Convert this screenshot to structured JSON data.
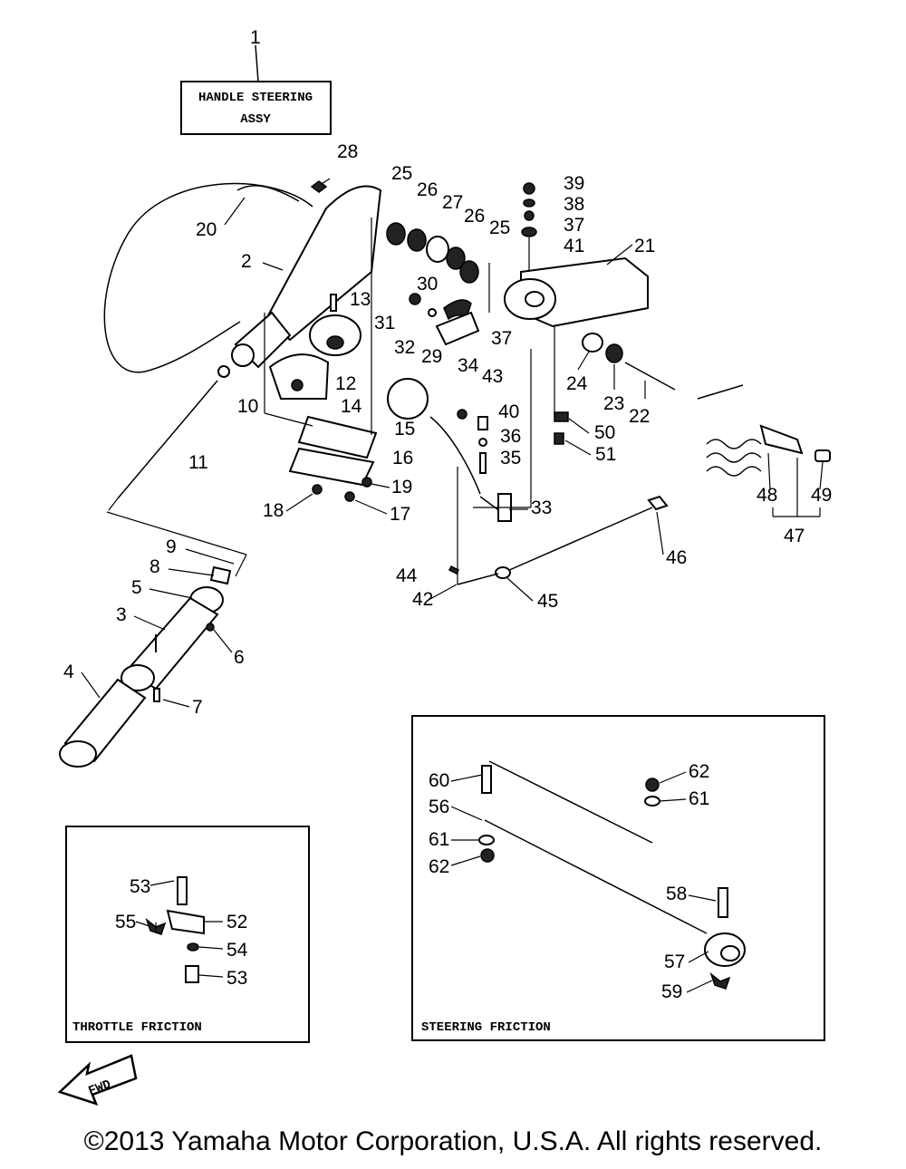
{
  "title_box": {
    "line1": "HANDLE STEERING",
    "line2": "ASSY"
  },
  "throttle_friction": {
    "label": "THROTTLE FRICTION"
  },
  "steering_friction": {
    "label": "STEERING FRICTION"
  },
  "fwd_arrow": {
    "label": "FWD"
  },
  "callouts": [
    "1",
    "2",
    "3",
    "4",
    "5",
    "6",
    "7",
    "8",
    "9",
    "10",
    "11",
    "12",
    "13",
    "14",
    "15",
    "16",
    "17",
    "18",
    "19",
    "20",
    "21",
    "22",
    "23",
    "24",
    "25",
    "26",
    "27",
    "26",
    "25",
    "28",
    "29",
    "30",
    "31",
    "32",
    "33",
    "34",
    "35",
    "36",
    "37",
    "37",
    "38",
    "39",
    "40",
    "41",
    "42",
    "43",
    "44",
    "45",
    "46",
    "47",
    "48",
    "49",
    "50",
    "51",
    "52",
    "53",
    "54",
    "55",
    "53",
    "56",
    "57",
    "58",
    "59",
    "60",
    "61",
    "62",
    "62",
    "61"
  ],
  "copyright": "©2013 Yamaha Motor Corporation, U.S.A. All rights reserved."
}
